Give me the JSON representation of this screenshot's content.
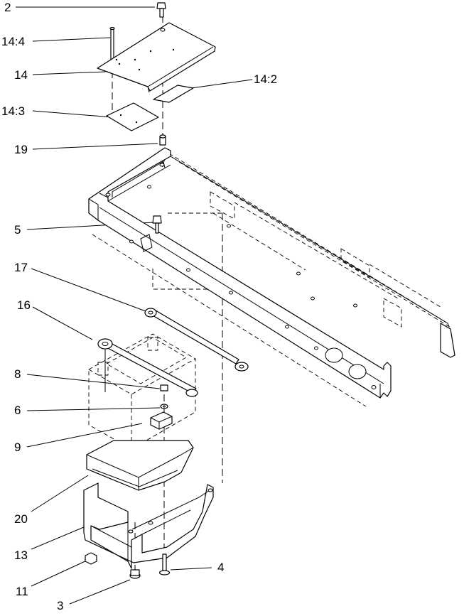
{
  "callouts": {
    "c2": "2",
    "c14_4": "14:4",
    "c14": "14",
    "c14_2": "14:2",
    "c14_3": "14:3",
    "c19": "19",
    "c5": "5",
    "c17": "17",
    "c16": "16",
    "c8": "8",
    "c6": "6",
    "c9": "9",
    "c20": "20",
    "c13": "13",
    "c11": "11",
    "c4": "4",
    "c3": "3"
  }
}
